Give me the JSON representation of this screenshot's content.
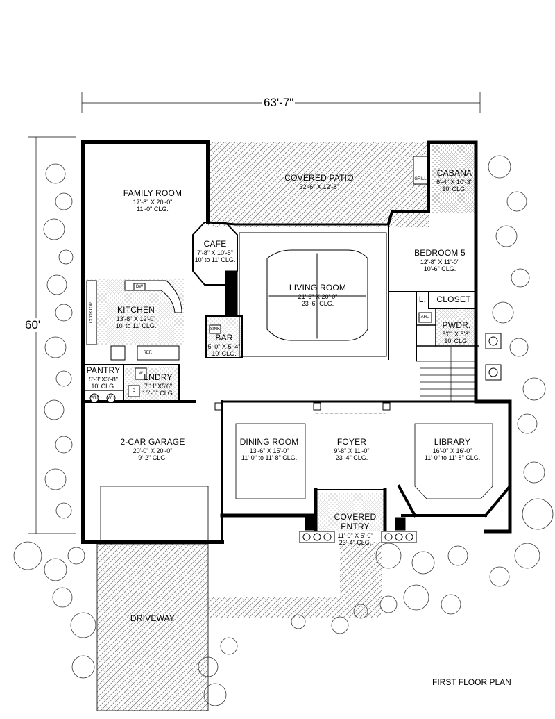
{
  "plan": {
    "title": "FIRST FLOOR PLAN",
    "width_dim": "63'-7\"",
    "depth_dim": "60'"
  },
  "rooms": {
    "family_room": {
      "name": "FAMILY ROOM",
      "size": "17'-8\" X 20'-0\"",
      "clg": "11'-0\" CLG."
    },
    "covered_patio": {
      "name": "COVERED PATIO",
      "size": "32'-6\" X 12'-8\""
    },
    "cabana": {
      "name": "CABANA",
      "size": "6'-4\" X 10'-3\"",
      "clg": "10' CLG."
    },
    "cafe": {
      "name": "CAFE",
      "size": "7'-8\" X 10'-5\"",
      "clg": "10' to 11' CLG."
    },
    "living_room": {
      "name": "LIVING ROOM",
      "size": "21'-6\" X 20'-0\"",
      "clg": "23'-6\" CLG."
    },
    "bedroom5": {
      "name": "BEDROOM 5",
      "size": "12'-8\" X 11'-0\"",
      "clg": "10'-6\" CLG."
    },
    "kitchen": {
      "name": "KITCHEN",
      "size": "13'-8\" X 12'-0\"",
      "clg": "10' to 11' CLG."
    },
    "bar": {
      "name": "BAR",
      "size": "5'-0\" X 5'-4\"",
      "clg": "10' CLG."
    },
    "closet": {
      "name": "CLOSET"
    },
    "linen": {
      "name": "L."
    },
    "pwdr": {
      "name": "PWDR.",
      "size": "5'0\" X 5'8\"",
      "clg": "10' CLG."
    },
    "pantry": {
      "name": "PANTRY",
      "size": "5'-3\"X3'-8\"",
      "clg": "10' CLG."
    },
    "lndry": {
      "name": "LNDRY",
      "size": "7'11\"X5'6\"",
      "clg": "10'-0\" CLG."
    },
    "garage": {
      "name": "2-CAR GARAGE",
      "size": "20'-0\" X 20'-0\"",
      "clg": "9'-2\" CLG."
    },
    "dining_room": {
      "name": "DINING ROOM",
      "size": "13'-6\" X 15'-0\"",
      "clg": "11'-0\" to 11'-8\" CLG."
    },
    "foyer": {
      "name": "FOYER",
      "size": "9'-8\" X 11'-0\"",
      "clg": "23'-4\" CLG."
    },
    "library": {
      "name": "LIBRARY",
      "size": "16'-0\" X 16'-0\"",
      "clg": "11'-0\" to 11'-8\" CLG."
    },
    "covered_entry": {
      "name": "COVERED",
      "name2": "ENTRY",
      "size": "11'-0\" X 5'-0\"",
      "clg": "23'-4\" CLG."
    },
    "driveway": {
      "name": "DRIVEWAY"
    }
  },
  "fixtures": {
    "grill": "GRILL",
    "dw": "DW",
    "ref": "REF.",
    "cooktop": "COOKTOP",
    "sink": "SINK",
    "ahu": "AHU",
    "w": "W",
    "d": "D",
    "wh1": "WH",
    "wh2": "WH"
  }
}
